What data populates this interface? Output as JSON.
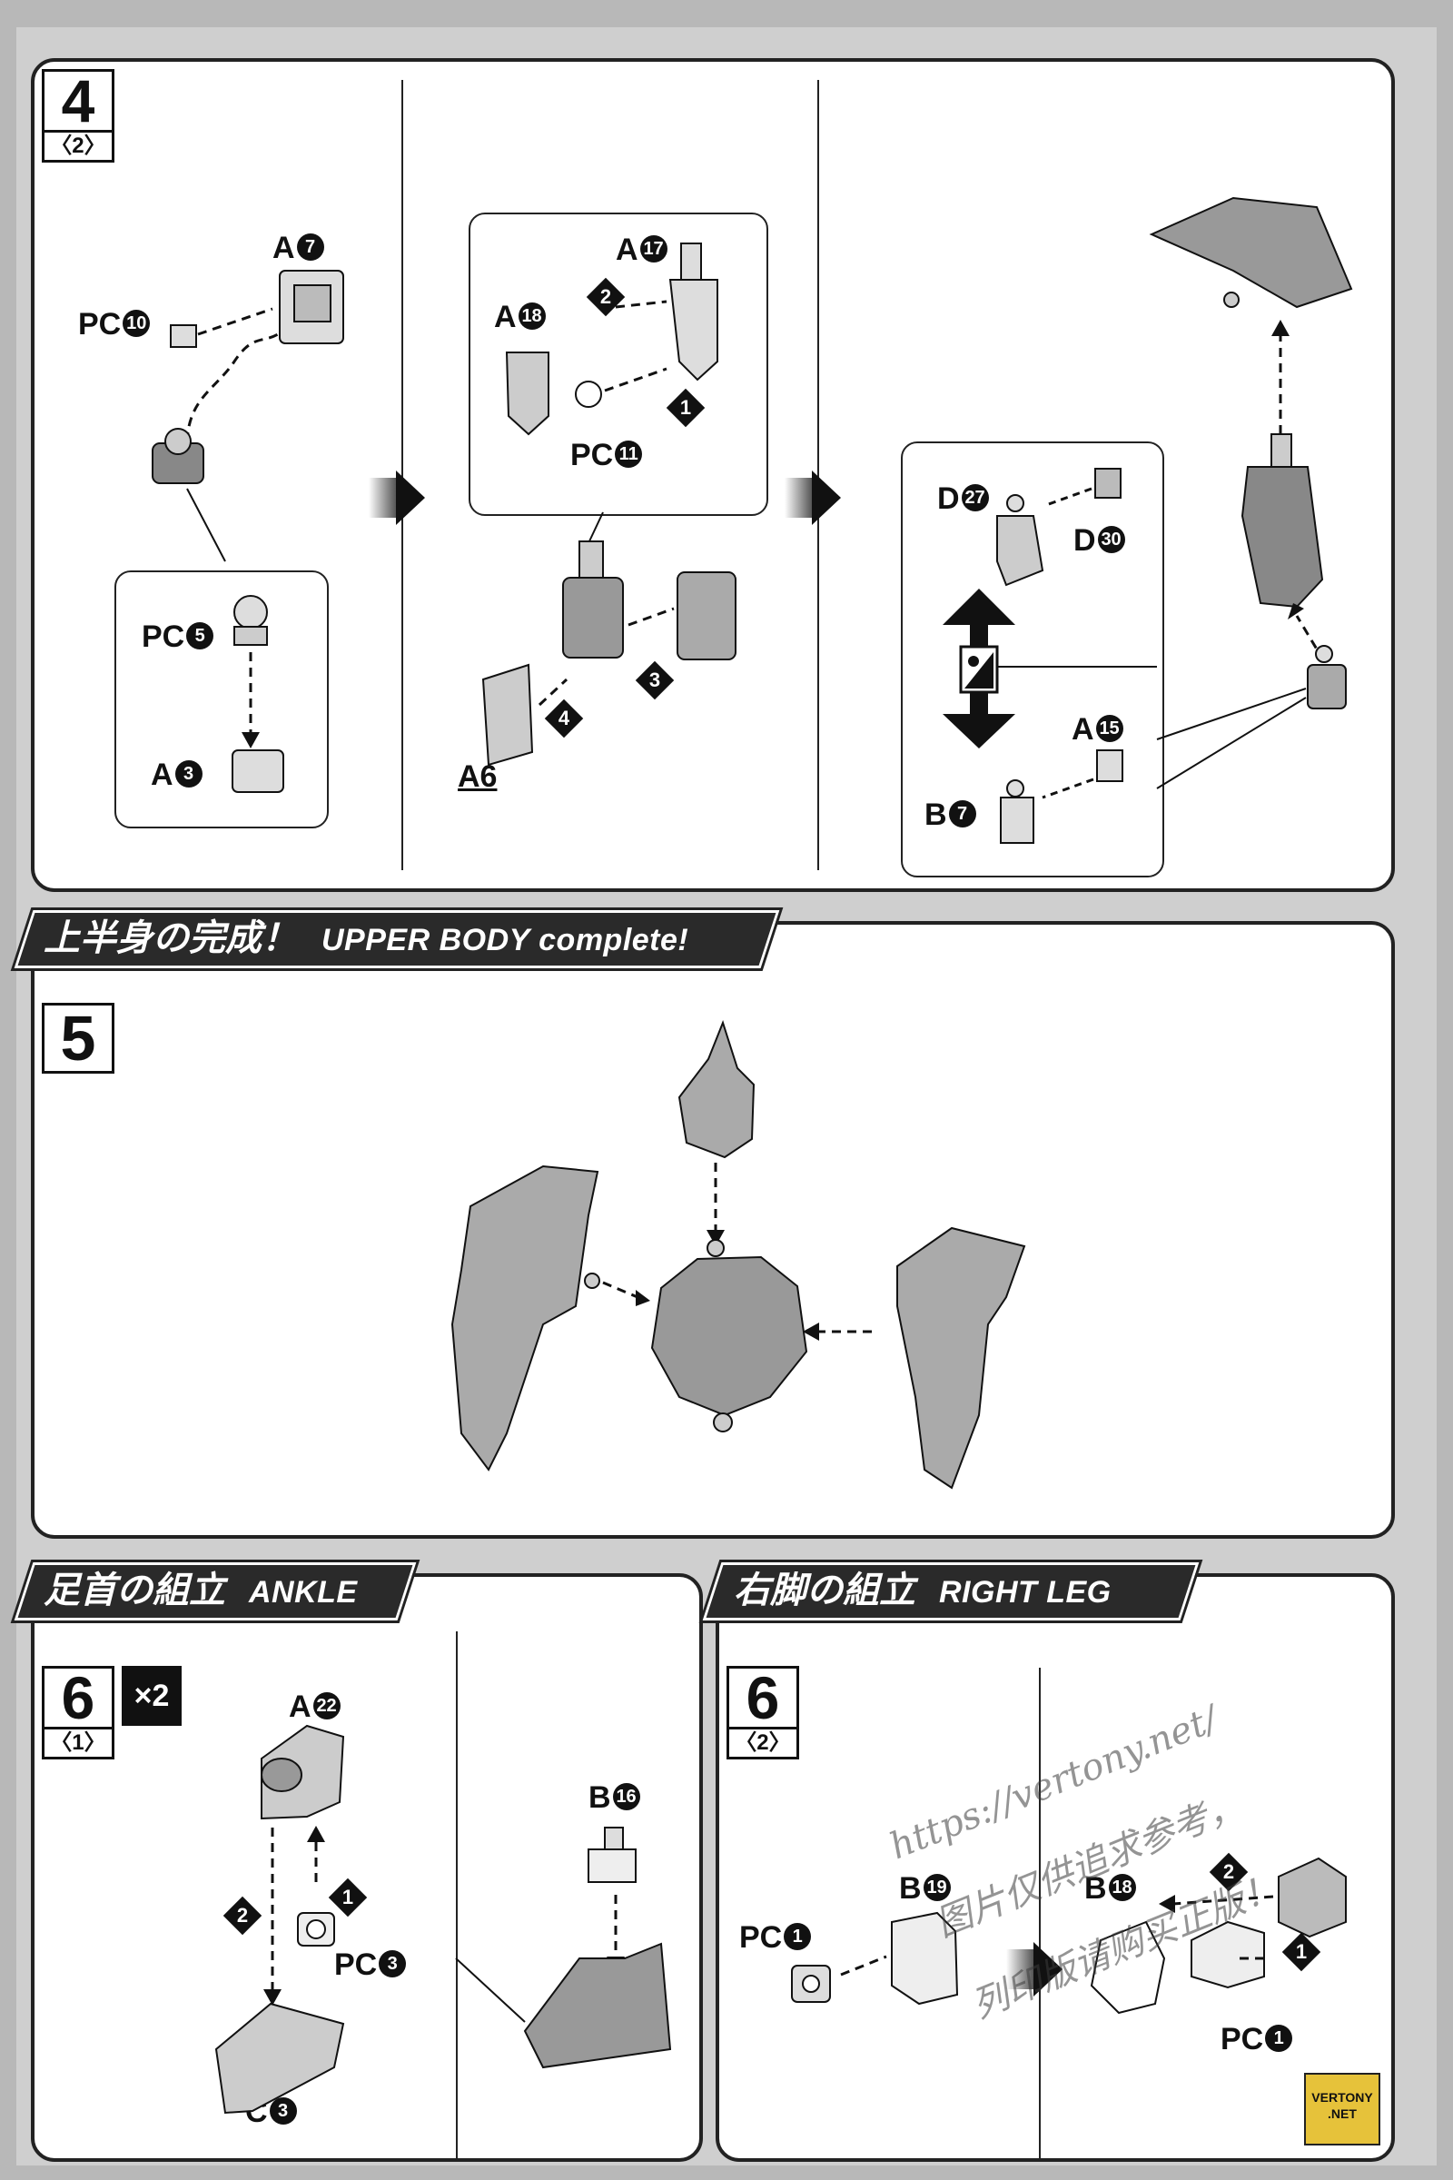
{
  "step4": {
    "number": "4",
    "sub": "〈2〉",
    "labels": {
      "a7": "A",
      "a7n": "7",
      "pc10": "PC",
      "pc10n": "10",
      "pc5": "PC",
      "pc5n": "5",
      "a3": "A",
      "a3n": "3",
      "a17": "A",
      "a17n": "17",
      "a18": "A",
      "a18n": "18",
      "pc11": "PC",
      "pc11n": "11",
      "a6": "A6",
      "d27": "D",
      "d27n": "27",
      "d30": "D",
      "d30n": "30",
      "a15": "A",
      "a15n": "15",
      "b7": "B",
      "b7n": "7"
    },
    "order": [
      "1",
      "2",
      "3",
      "4"
    ]
  },
  "step5": {
    "banner_jp": "上半身の完成！",
    "banner_en": "UPPER BODY complete!",
    "number": "5"
  },
  "step6_1": {
    "banner_jp": "足首の組立",
    "banner_en": "ANKLE",
    "number": "6",
    "sub": "〈1〉",
    "multiplier": "×2",
    "labels": {
      "a22": "A",
      "a22n": "22",
      "pc3": "PC",
      "pc3n": "3",
      "c3": "C",
      "c3n": "3",
      "b16": "B",
      "b16n": "16"
    },
    "order": [
      "1",
      "2"
    ]
  },
  "step6_2": {
    "banner_jp": "右脚の組立",
    "banner_en": "RIGHT LEG",
    "number": "6",
    "sub": "〈2〉",
    "labels": {
      "pc1a": "PC",
      "pc1an": "1",
      "b19": "B",
      "b19n": "19",
      "b18": "B",
      "b18n": "18",
      "pc1b": "PC",
      "pc1bn": "1"
    },
    "order": [
      "1",
      "2"
    ]
  },
  "watermark": {
    "url": "https://vertony.net/",
    "line1": "图片仅供追求参考，",
    "line2": "列印版请购买正版！",
    "badge_top": "VERTONY",
    "badge_bottom": ".NET"
  }
}
